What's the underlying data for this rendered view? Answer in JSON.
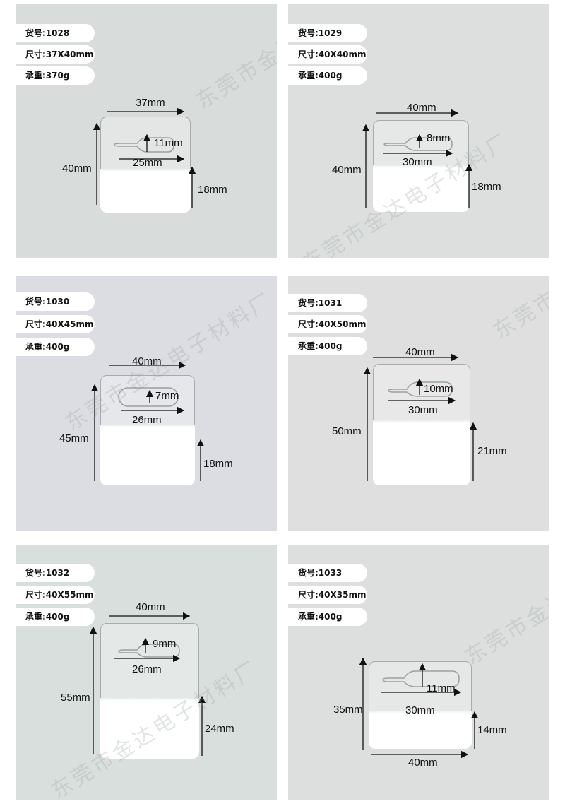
{
  "watermark": "东莞市金达电子材料厂",
  "products": [
    {
      "item_no": "货号:1028",
      "size": "尺寸:37X40mm",
      "load": "承重:370g",
      "width_label": "37mm",
      "height_label": "40mm",
      "hole_height_label": "11mm",
      "hole_width_label": "25mm",
      "strip_label": "18mm",
      "bg": "#d8dcdb"
    },
    {
      "item_no": "货号:1029",
      "size": "尺寸:40X40mm",
      "load": "承重:400g",
      "width_label": "40mm",
      "height_label": "40mm",
      "hole_height_label": "8mm",
      "hole_width_label": "30mm",
      "strip_label": "18mm",
      "bg": "#dcdfde"
    },
    {
      "item_no": "货号:1030",
      "size": "尺寸:40X45mm",
      "load": "承重:400g",
      "width_label": "40mm",
      "height_label": "45mm",
      "hole_height_label": "7mm",
      "hole_width_label": "26mm",
      "strip_label": "18mm",
      "bg": "#dcdde3"
    },
    {
      "item_no": "货号:1031",
      "size": "尺寸:40X50mm",
      "load": "承重:400g",
      "width_label": "40mm",
      "height_label": "50mm",
      "hole_height_label": "10mm",
      "hole_width_label": "30mm",
      "strip_label": "21mm",
      "bg": "#dedfde"
    },
    {
      "item_no": "货号:1032",
      "size": "尺寸:40X55mm",
      "load": "承重:400g",
      "width_label": "40mm",
      "height_label": "55mm",
      "hole_height_label": "9mm",
      "hole_width_label": "26mm",
      "strip_label": "24mm",
      "bg": "#d9dfdc"
    },
    {
      "item_no": "货号:1033",
      "size": "尺寸:40X35mm",
      "load": "承重:400g",
      "width_label": "40mm",
      "height_label": "35mm",
      "hole_height_label": "11mm",
      "hole_width_label": "30mm",
      "strip_label": "14mm",
      "bg": "#dcdfdd"
    }
  ]
}
